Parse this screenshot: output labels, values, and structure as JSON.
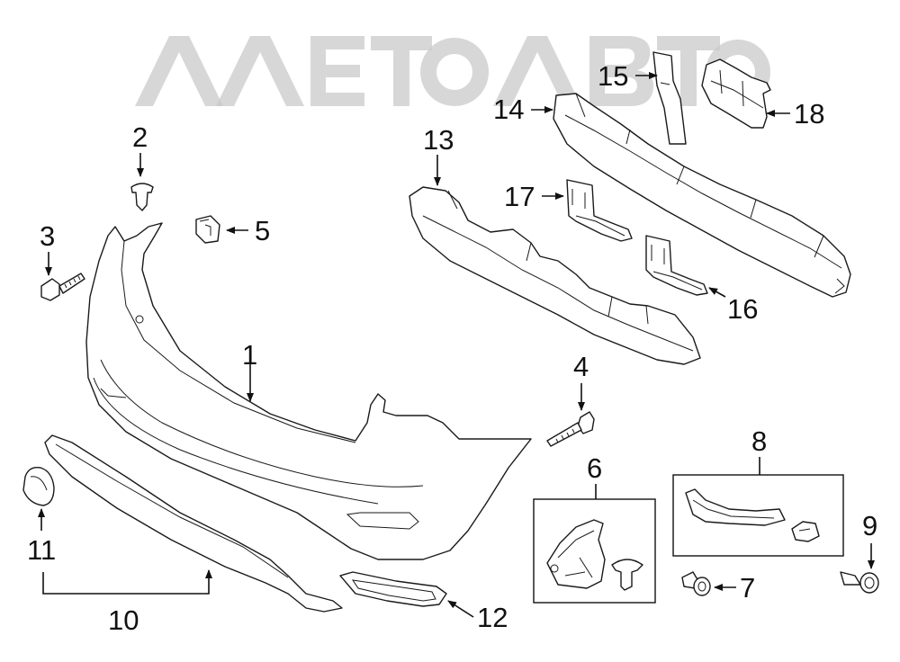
{
  "watermark": {
    "text": "АЛЕТОАВТО",
    "color": "#c9c9c9"
  },
  "line_color": "#1a1a1a",
  "callouts": {
    "c1": "1",
    "c2": "2",
    "c3": "3",
    "c4": "4",
    "c5": "5",
    "c6": "6",
    "c7": "7",
    "c8": "8",
    "c9": "9",
    "c10": "10",
    "c11": "11",
    "c12": "12",
    "c13": "13",
    "c14": "14",
    "c15": "15",
    "c16": "16",
    "c17": "17",
    "c18": "18"
  }
}
